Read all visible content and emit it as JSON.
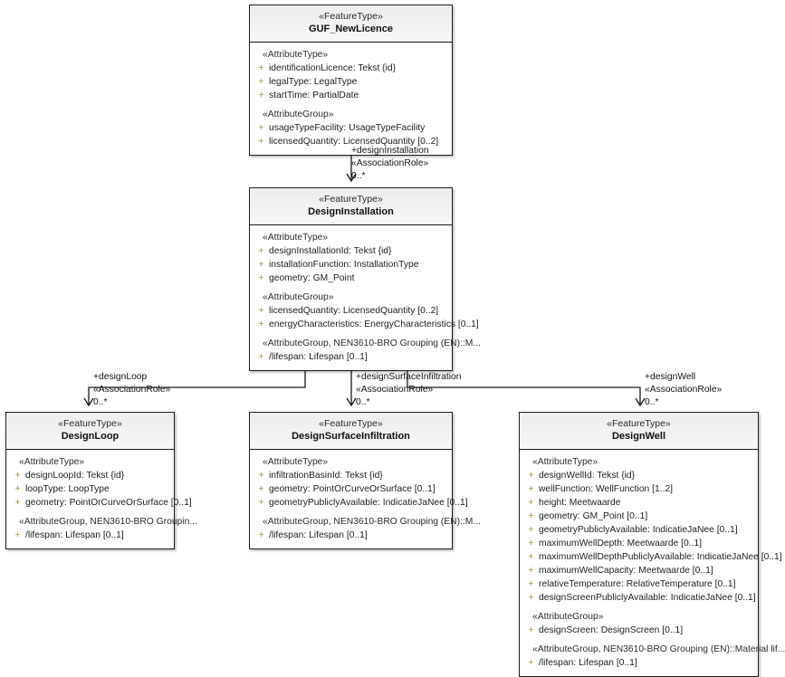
{
  "diagram": {
    "title": "UML class diagram",
    "background": "#ffffff",
    "line_color": "#1a1a1a",
    "header_fill": "#f0f0f0",
    "visibility_color": "#b08a3e"
  },
  "classes": [
    {
      "id": "guf_newlicence",
      "stereotype": "«FeatureType»",
      "name": "GUF_NewLicence",
      "groups": [
        {
          "label": "«AttributeType»",
          "attributes": [
            {
              "vis": "+",
              "text": "identificationLicence: Tekst {id}"
            },
            {
              "vis": "+",
              "text": "legalType: LegalType"
            },
            {
              "vis": "+",
              "text": "startTime: PartialDate"
            }
          ]
        },
        {
          "label": "«AttributeGroup»",
          "attributes": [
            {
              "vis": "+",
              "text": "usageTypeFacility: UsageTypeFacility"
            },
            {
              "vis": "+",
              "text": "licensedQuantity: LicensedQuantity [0..2]"
            }
          ]
        }
      ]
    },
    {
      "id": "designinstallation",
      "stereotype": "«FeatureType»",
      "name": "DesignInstallation",
      "groups": [
        {
          "label": "«AttributeType»",
          "attributes": [
            {
              "vis": "+",
              "text": "designInstallationId: Tekst {id}"
            },
            {
              "vis": "+",
              "text": "installationFunction: InstallationType"
            },
            {
              "vis": "+",
              "text": "geometry: GM_Point"
            }
          ]
        },
        {
          "label": "«AttributeGroup»",
          "attributes": [
            {
              "vis": "+",
              "text": "licensedQuantity: LicensedQuantity [0..2]"
            },
            {
              "vis": "+",
              "text": "energyCharacteristics: EnergyCharacteristics [0..1]"
            }
          ]
        },
        {
          "label": "«AttributeGroup, NEN3610-BRO Grouping (EN)::M...",
          "attributes": [
            {
              "vis": "+",
              "text": "/lifespan: Lifespan [0..1]"
            }
          ]
        }
      ]
    },
    {
      "id": "designloop",
      "stereotype": "«FeatureType»",
      "name": "DesignLoop",
      "groups": [
        {
          "label": "«AttributeType»",
          "attributes": [
            {
              "vis": "+",
              "text": "designLoopId: Tekst {id}"
            },
            {
              "vis": "+",
              "text": "loopType: LoopType"
            },
            {
              "vis": "+",
              "text": "geometry: PointOrCurveOrSurface [0..1]"
            }
          ]
        },
        {
          "label": "«AttributeGroup, NEN3610-BRO Groupin...",
          "attributes": [
            {
              "vis": "+",
              "text": "/lifespan: Lifespan [0..1]"
            }
          ]
        }
      ]
    },
    {
      "id": "designsurfaceinfiltration",
      "stereotype": "«FeatureType»",
      "name": "DesignSurfaceInfiltration",
      "groups": [
        {
          "label": "«AttributeType»",
          "attributes": [
            {
              "vis": "+",
              "text": "infiltrationBasinId: Tekst {id}"
            },
            {
              "vis": "+",
              "text": "geometry: PointOrCurveOrSurface [0..1]"
            },
            {
              "vis": "+",
              "text": "geometryPubliclyAvailable: IndicatieJaNee [0..1]"
            }
          ]
        },
        {
          "label": "«AttributeGroup, NEN3610-BRO Grouping (EN)::M...",
          "attributes": [
            {
              "vis": "+",
              "text": "/lifespan: Lifespan [0..1]"
            }
          ]
        }
      ]
    },
    {
      "id": "designwell",
      "stereotype": "«FeatureType»",
      "name": "DesignWell",
      "groups": [
        {
          "label": "«AttributeType»",
          "attributes": [
            {
              "vis": "+",
              "text": "designWellId: Tekst {id}"
            },
            {
              "vis": "+",
              "text": "wellFunction: WellFunction [1..2]"
            },
            {
              "vis": "+",
              "text": "height: Meetwaarde"
            },
            {
              "vis": "+",
              "text": "geometry: GM_Point [0..1]"
            },
            {
              "vis": "+",
              "text": "geometryPubliclyAvailable: IndicatieJaNee [0..1]"
            },
            {
              "vis": "+",
              "text": "maximumWellDepth: Meetwaarde [0..1]"
            },
            {
              "vis": "+",
              "text": "maximumWellDepthPubliclyAvailable: IndicatieJaNee [0..1]"
            },
            {
              "vis": "+",
              "text": "maximumWellCapacity: Meetwaarde [0..1]"
            },
            {
              "vis": "+",
              "text": "relativeTemperature: RelativeTemperature [0..1]"
            },
            {
              "vis": "+",
              "text": "designScreenPubliclyAvailable: IndicatieJaNee [0..1]"
            }
          ]
        },
        {
          "label": "«AttributeGroup»",
          "attributes": [
            {
              "vis": "+",
              "text": "designScreen: DesignScreen [0..1]"
            }
          ]
        },
        {
          "label": "«AttributeGroup, NEN3610-BRO Grouping (EN)::Material lif...",
          "attributes": [
            {
              "vis": "+",
              "text": "/lifespan: Lifespan [0..1]"
            }
          ]
        }
      ]
    }
  ],
  "associations": [
    {
      "id": "assoc-designinstallation",
      "role": "+designInstallation",
      "stereotype": "«AssociationRole»",
      "multiplicity": "0..*",
      "from": "guf_newlicence",
      "to": "designinstallation"
    },
    {
      "id": "assoc-designloop",
      "role": "+designLoop",
      "stereotype": "«AssociationRole»",
      "multiplicity": "0..*",
      "from": "designinstallation",
      "to": "designloop"
    },
    {
      "id": "assoc-designsurfaceinfiltration",
      "role": "+designSurfaceInfiltration",
      "stereotype": "«AssociationRole»",
      "multiplicity": "0..*",
      "from": "designinstallation",
      "to": "designsurfaceinfiltration"
    },
    {
      "id": "assoc-designwell",
      "role": "+designWell",
      "stereotype": "«AssociationRole»",
      "multiplicity": "0..*",
      "from": "designinstallation",
      "to": "designwell"
    }
  ]
}
